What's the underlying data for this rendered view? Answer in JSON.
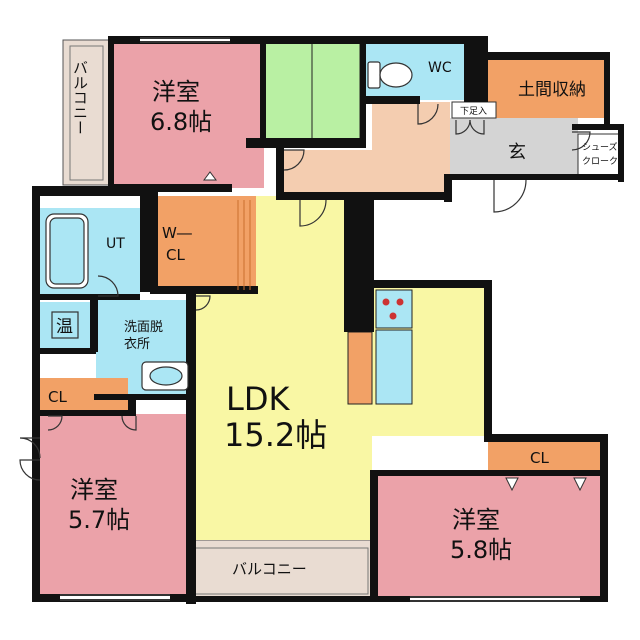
{
  "floor_plan": {
    "rooms": {
      "western_room_top": {
        "label_1": "洋室",
        "label_2": "6.8帖"
      },
      "western_room_left": {
        "label_1": "洋室",
        "label_2": "5.7帖"
      },
      "western_room_right": {
        "label_1": "洋室",
        "label_2": "5.8帖"
      },
      "ldk": {
        "label_1": "LDK",
        "label_2": "15.2帖"
      },
      "wc": {
        "label": "WC"
      },
      "earth_floor_storage": {
        "label": "土間収納"
      },
      "shoe_rack": {
        "label": "下足入"
      },
      "entrance": {
        "label": "玄"
      },
      "shoes_cloak": {
        "label_1": "シューズ",
        "label_2": "クローク"
      },
      "unit_bath": {
        "label": "UT"
      },
      "walk_in_closet": {
        "label_1": "W―",
        "label_2": "CL"
      },
      "water_heater": {
        "label": "温"
      },
      "washroom": {
        "label_1": "洗面脱",
        "label_2": "衣所"
      },
      "closet_left": {
        "label": "CL"
      },
      "closet_right": {
        "label": "CL"
      },
      "balcony_left": {
        "label": "バルコニー"
      },
      "balcony_bottom": {
        "label": "バルコニー"
      }
    },
    "colors": {
      "western_room": "#eba2a9",
      "ldk": "#f9f7a4",
      "hall": "#f4cdb0",
      "wet_area": "#abe6f4",
      "closet": "#f2a166",
      "tatami": "#b9f0a3",
      "entrance_floor": "#d4d4d4",
      "balcony": "#e9dcd2",
      "wall": "#111111"
    }
  }
}
